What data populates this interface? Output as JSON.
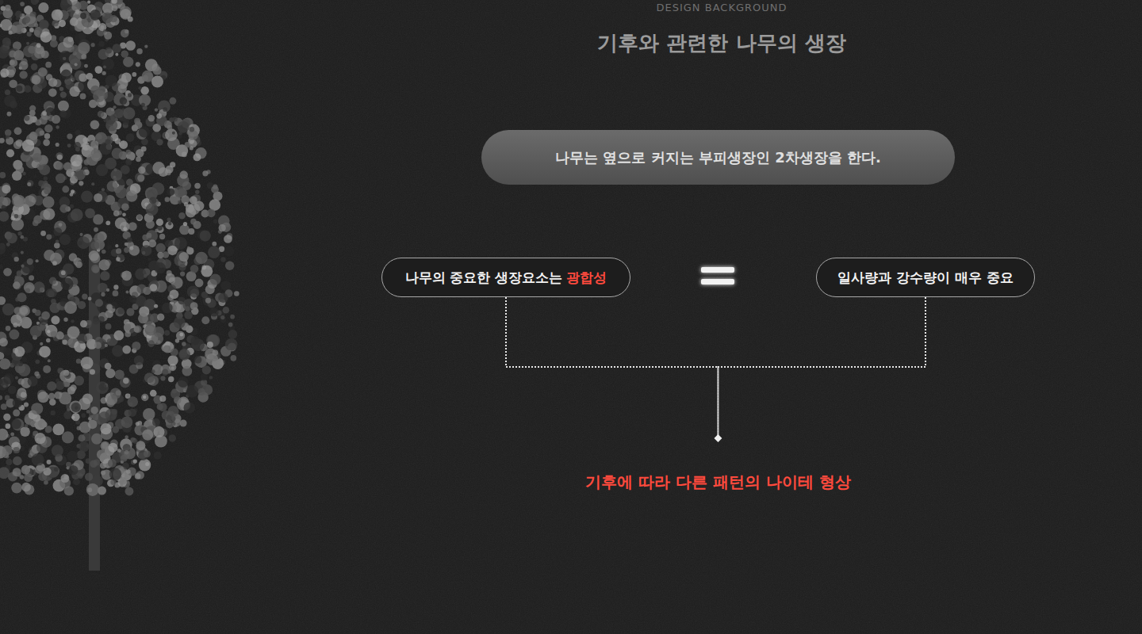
{
  "diagram": {
    "title": "기후와 관련한 나무의 생장",
    "nodes": [
      {
        "text": [
          "나무는 옆으로 커지는 부피생장인 2차생장을 한다."
        ]
      },
      {
        "text": [
          "나무의 중요한 생장요소는",
          "광합성"
        ]
      },
      {
        "text": [
          "일사량과 강수량이 매우 중요"
        ]
      },
      {
        "text": [
          "기후에 따라 다른 패턴의 나이테 형상"
        ]
      }
    ],
    "edges": [
      {
        "from": 1,
        "to": 3,
        "arrow": "none"
      },
      {
        "from": 2,
        "to": 3,
        "arrow": "none"
      }
    ],
    "labels": [
      "DESIGN BACKGROUND"
    ]
  }
}
